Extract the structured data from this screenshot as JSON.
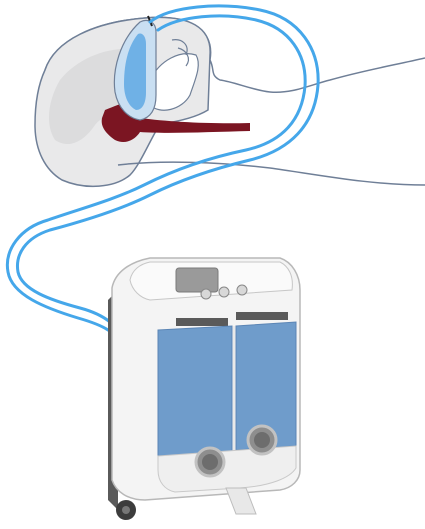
{
  "figure": {
    "description_visible_text": "",
    "colors": {
      "outline": "#6f7f97",
      "head_fill": "#e9e9ea",
      "airway": "#7b1522",
      "mask_outer": "#c9dff2",
      "mask_inner": "#6fb1e6",
      "hose": "#45a7ea",
      "device_body": "#f4f4f4",
      "device_side": "#5a5a5a",
      "device_panel_blue": "#6f9ccb",
      "device_grill": "#8e8e8e",
      "screen": "#9a9a9a"
    },
    "parts": [
      {
        "name": "head-profile",
        "label": ""
      },
      {
        "name": "nasal-mask",
        "label": ""
      },
      {
        "name": "airway",
        "label": ""
      },
      {
        "name": "air-hose",
        "label": ""
      },
      {
        "name": "cpap-device",
        "label": ""
      }
    ]
  }
}
